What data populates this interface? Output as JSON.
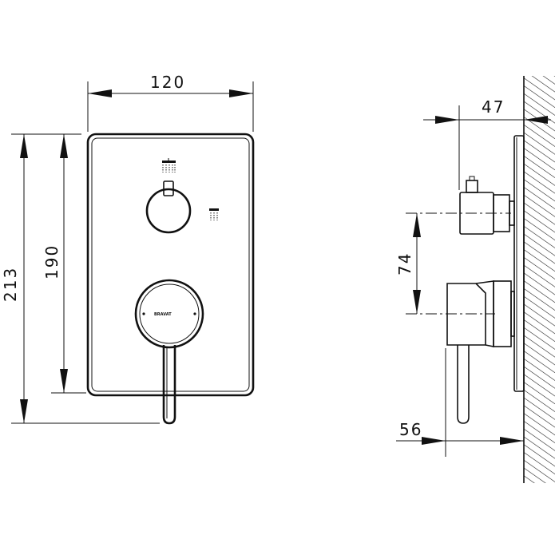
{
  "drawing": {
    "front_view": {
      "width_dim": "120",
      "height_outer_dim": "213",
      "height_plate_dim": "190",
      "brand": "BRAVAT",
      "icons": [
        "shower-head-icon",
        "hand-shower-icon"
      ]
    },
    "side_view": {
      "depth_top_dim": "47",
      "spacing_dim": "74",
      "depth_bottom_dim": "56"
    }
  }
}
